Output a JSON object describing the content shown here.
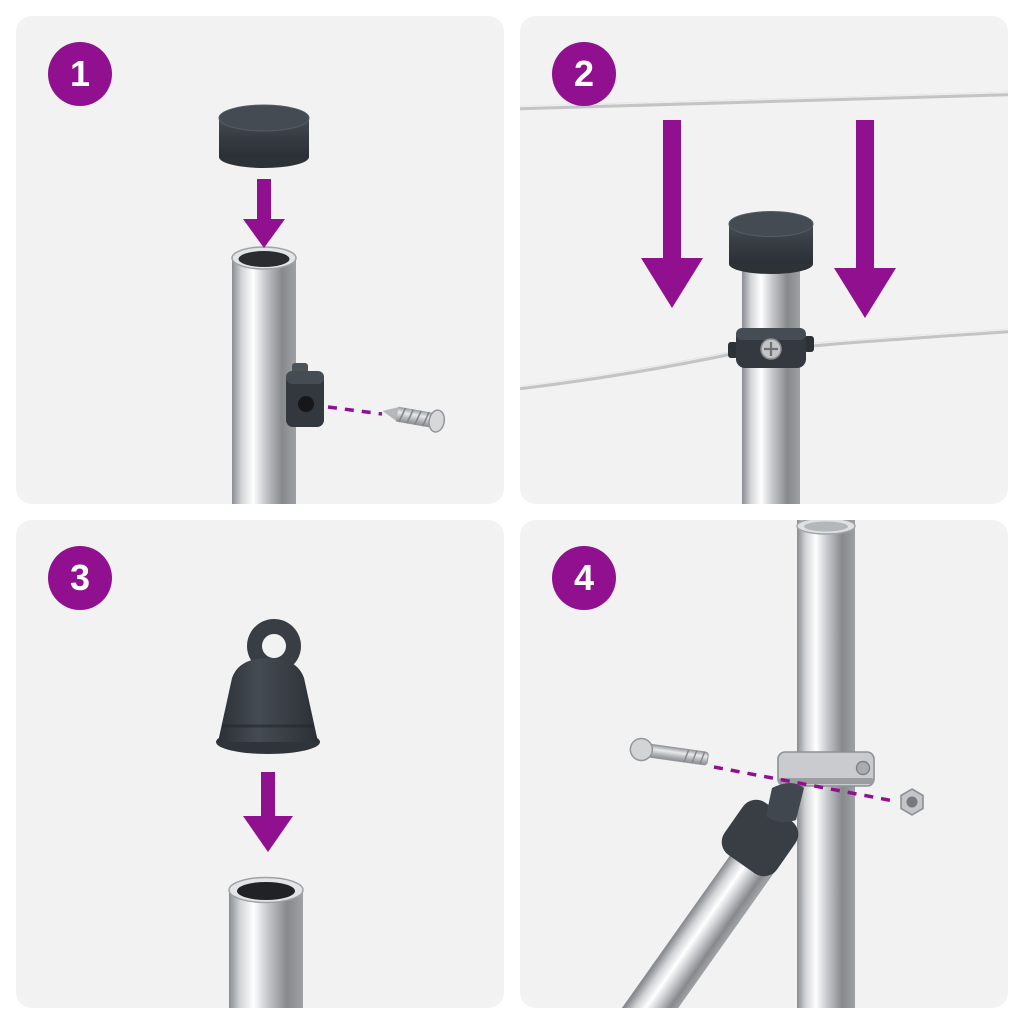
{
  "colors": {
    "accent": "#911090",
    "panel-bg": "#f2f2f3",
    "cap": "#363b41",
    "metal-light": "#ffffff",
    "metal-dark": "#86898d"
  },
  "steps": [
    {
      "number": "1",
      "illustration": "press-cap-onto-post",
      "parts": [
        "post-cap",
        "down-arrow",
        "open-post-top",
        "screw-bracket",
        "screw",
        "dashed-guide-line"
      ]
    },
    {
      "number": "2",
      "illustration": "clamp-wires-to-post",
      "parts": [
        "top-wire",
        "down-arrow-left",
        "down-arrow-right",
        "post-cap",
        "post",
        "wire-clamp",
        "clamp-screw",
        "lower-wire"
      ]
    },
    {
      "number": "3",
      "illustration": "press-eye-cap-onto-tube",
      "parts": [
        "eye-loop-cap",
        "down-arrow",
        "open-tube-top"
      ]
    },
    {
      "number": "4",
      "illustration": "bolt-brace-clamp-to-post",
      "parts": [
        "post",
        "brace-tube",
        "brace-joint",
        "strap-clamp",
        "bolt",
        "nut",
        "dashed-guide-line"
      ]
    }
  ]
}
